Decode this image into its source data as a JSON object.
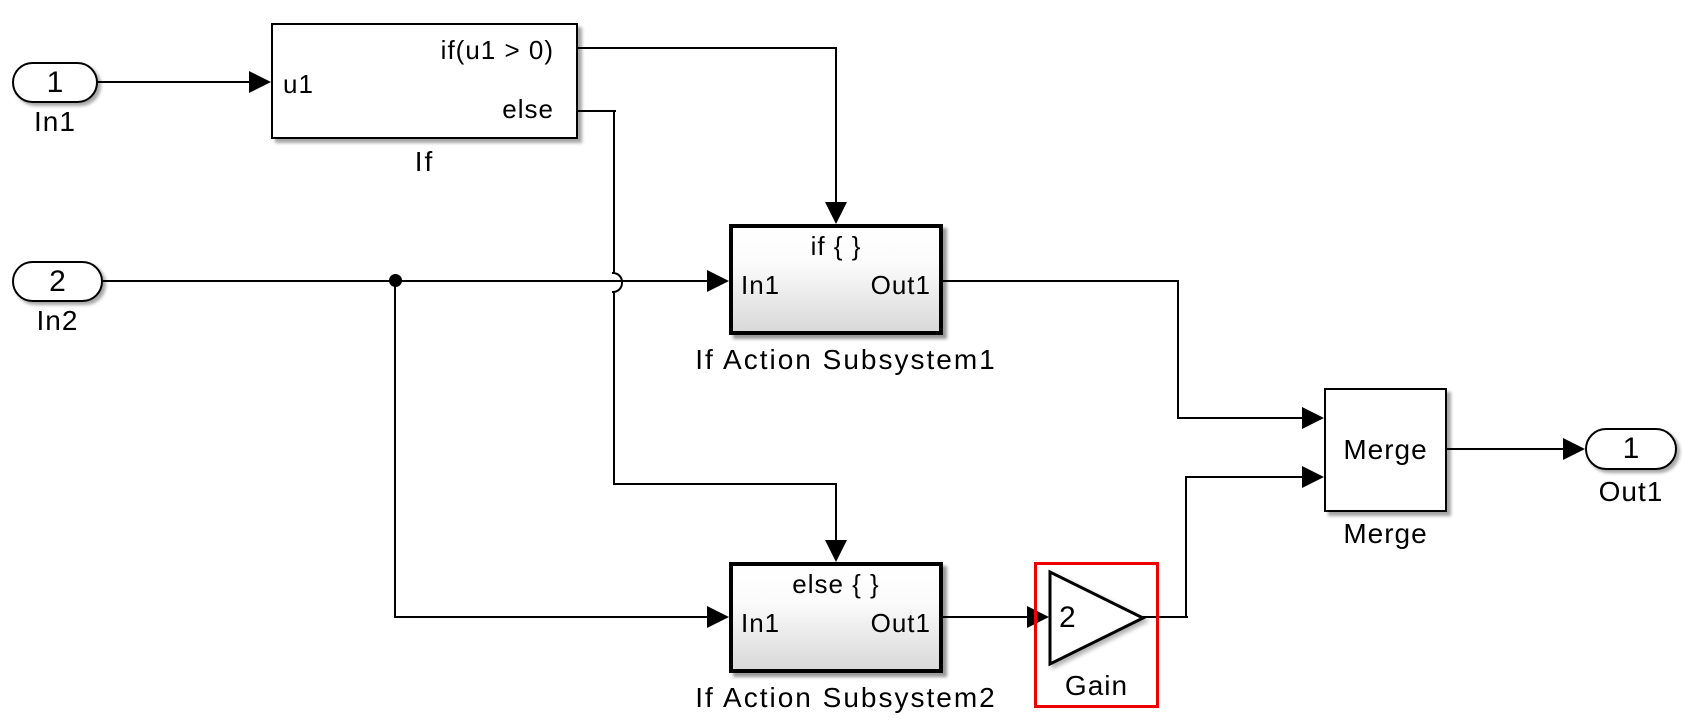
{
  "ports": {
    "in1": {
      "number": "1",
      "label": "In1"
    },
    "in2": {
      "number": "2",
      "label": "In2"
    },
    "out1": {
      "number": "1",
      "label": "Out1"
    }
  },
  "if_block": {
    "input_label": "u1",
    "if_output_label": "if(u1 > 0)",
    "else_output_label": "else",
    "name": "If"
  },
  "subsystem1": {
    "action_label": "if { }",
    "input_label": "In1",
    "output_label": "Out1",
    "name": "If Action Subsystem1"
  },
  "subsystem2": {
    "action_label": "else { }",
    "input_label": "In1",
    "output_label": "Out1",
    "name": "If Action Subsystem2"
  },
  "gain_block": {
    "value": "2",
    "name": "Gain",
    "selection_color": "#ee0000"
  },
  "merge_block": {
    "text": "Merge",
    "name": "Merge"
  },
  "colors": {
    "line": "#000000",
    "subsystem_gradient_bottom": "#d9d9d9"
  }
}
